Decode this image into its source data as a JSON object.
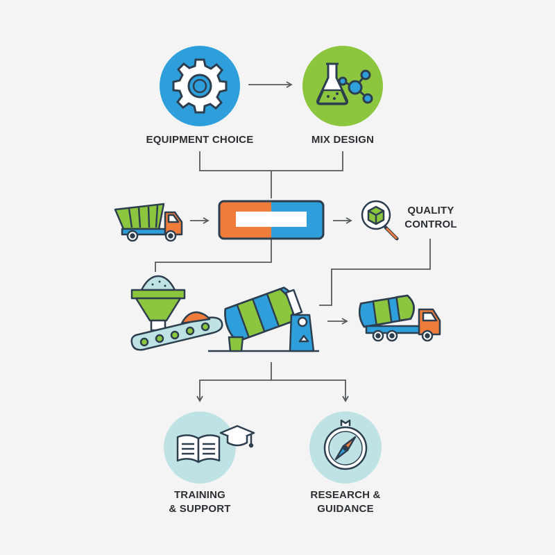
{
  "nodes": {
    "equipment_choice": {
      "label": "EQUIPMENT CHOICE",
      "icon": "gear-icon"
    },
    "mix_design": {
      "label": "MIX DESIGN",
      "icon": "flask-molecule-icon"
    },
    "dump_truck": {
      "icon": "dump-truck-icon"
    },
    "batch_control_panel": {
      "icon": "control-panel-icon"
    },
    "quality_control": {
      "label_line1": "QUALITY",
      "label_line2": "CONTROL",
      "icon": "magnifier-cube-icon"
    },
    "batching_plant": {
      "icon": "hopper-conveyor-mixer-icon"
    },
    "mixer_truck": {
      "icon": "concrete-mixer-truck-icon"
    },
    "training_support": {
      "label_line1": "TRAINING",
      "label_line2": "& SUPPORT",
      "icon": "book-graduation-cap-icon"
    },
    "research_guidance": {
      "label_line1": "RESEARCH &",
      "label_line2": "GUIDANCE",
      "icon": "compass-icon"
    }
  },
  "colors": {
    "blue": "#2f9fdc",
    "green": "#8cc63f",
    "orange": "#f07c3c",
    "teal_light": "#bfe3e4",
    "outline": "#2d3e4e",
    "connector": "#555a5e",
    "background": "#f4f4f4"
  }
}
